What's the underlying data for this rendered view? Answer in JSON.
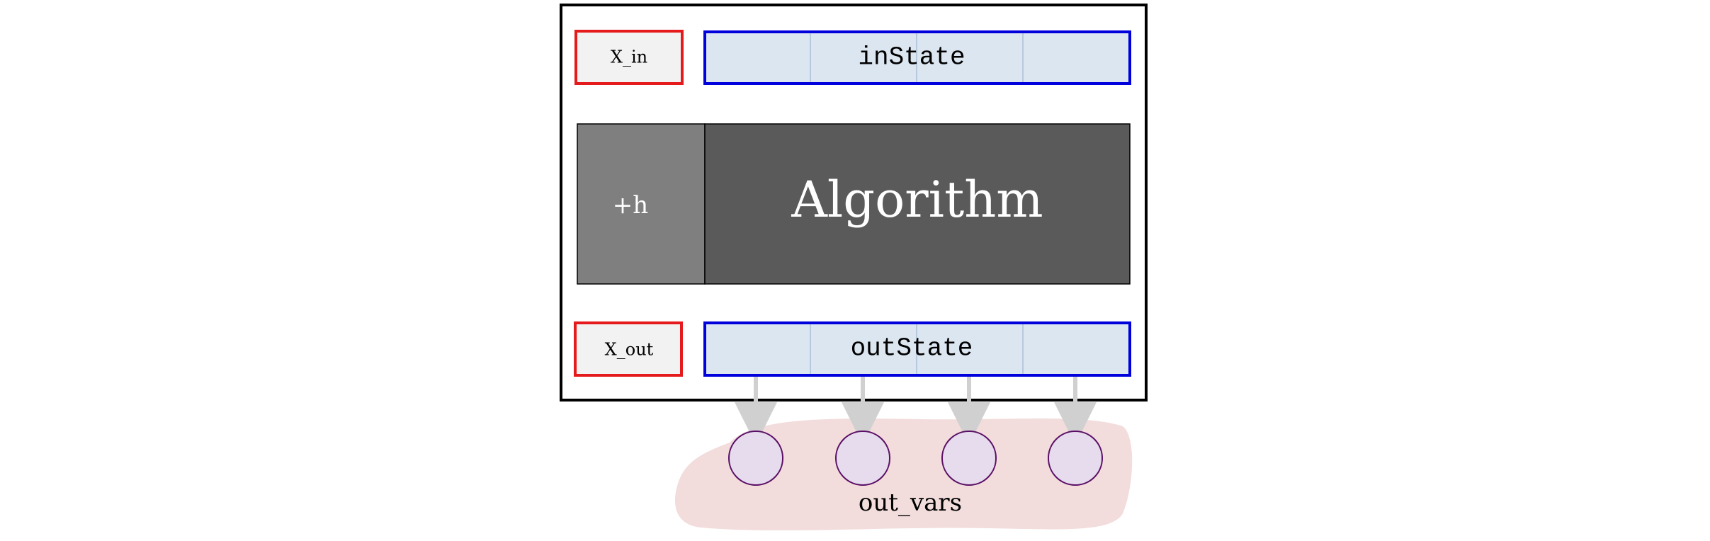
{
  "diagram": {
    "x_in_label": "X_in",
    "in_state_label": "inState",
    "h_label": "+h",
    "algorithm_label": "Algorithm",
    "x_out_label": "X_out",
    "out_state_label": "outState",
    "out_vars_label": "out_vars"
  },
  "colors": {
    "frame_border": "#000000",
    "variable_box_border": "#e41a1c",
    "variable_box_fill": "#f2f2f2",
    "state_border": "#0000dd",
    "state_fill": "#dce6f1",
    "state_divider": "#b7c9dd",
    "h_block_fill": "#7f7f7f",
    "algorithm_fill": "#5a5a5a",
    "block_text": "#ffffff",
    "arrow": "#d0d0d0",
    "cloud_fill": "#f2dcdc",
    "node_fill": "#e6dced",
    "node_border": "#5b0f66"
  }
}
